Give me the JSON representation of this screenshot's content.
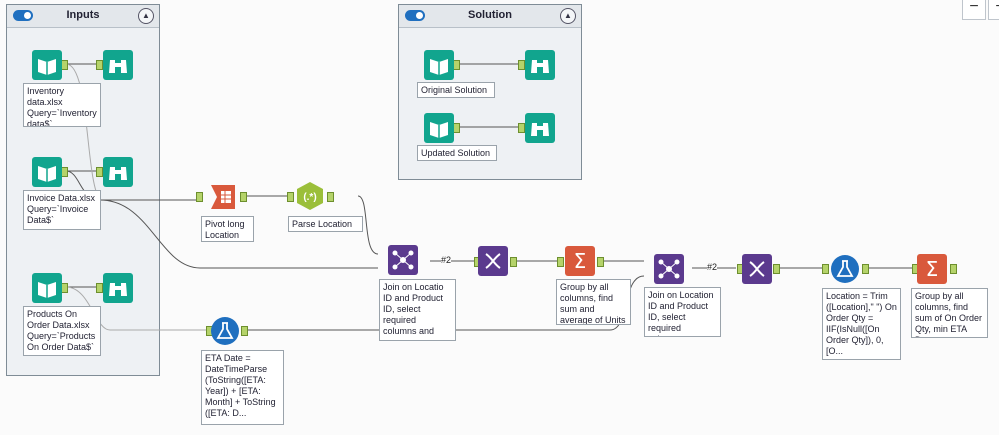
{
  "containers": {
    "inputs": {
      "title": "Inputs"
    },
    "solution": {
      "title": "Solution"
    }
  },
  "zoom": {
    "out_label": "−",
    "in_label": "+"
  },
  "tools": {
    "inventory_input": {
      "icon": "book-icon",
      "label": "Inventory data.xlsx Query=`Inventory data$`"
    },
    "inventory_browse": {
      "icon": "binoculars-icon"
    },
    "invoice_input": {
      "icon": "book-icon",
      "label": "Invoice Data.xlsx Query=`Invoice Data$`"
    },
    "invoice_browse": {
      "icon": "binoculars-icon"
    },
    "products_input": {
      "icon": "book-icon",
      "label": "Products On Order Data.xlsx Query=`Products On Order Data$`"
    },
    "products_browse": {
      "icon": "binoculars-icon"
    },
    "original_input": {
      "icon": "book-icon",
      "label": "Original Solution"
    },
    "original_browse": {
      "icon": "binoculars-icon"
    },
    "updated_input": {
      "icon": "book-icon",
      "label": "Updated Solution"
    },
    "updated_browse": {
      "icon": "binoculars-icon"
    },
    "pivot": {
      "icon": "pivot-icon",
      "label": "Pivot long Location ID"
    },
    "regex": {
      "icon": "regex-icon",
      "label": "Parse Location ID"
    },
    "join1": {
      "icon": "join-icon",
      "label": "Join on Locatio ID and Product ID, select required columns and rename"
    },
    "join1_count": "#2",
    "select1": {
      "icon": "select-dna-icon"
    },
    "summarize1": {
      "icon": "sigma-icon",
      "label": "Group by all columns, find sum and average of Units Sold"
    },
    "join2": {
      "icon": "join-icon",
      "label": "Join on Location ID and Product ID, select required columns"
    },
    "join2_count": "#2",
    "select2": {
      "icon": "select-dna-icon"
    },
    "formula2": {
      "icon": "flask-icon",
      "label": "Location = Trim ([Location],\" \") On Order Qty = IIF(IsNull([On Order Qty]), 0, [O..."
    },
    "summarize2": {
      "icon": "sigma-icon",
      "label": "Group by all columns, find sum of On Order Qty, min ETA Date"
    },
    "formula1": {
      "icon": "flask-icon",
      "label": "ETA Date = DateTimeParse (ToString([ETA: Year]) + [ETA: Month] + ToString ([ETA: D..."
    }
  },
  "colors": {
    "input": "#11a58e",
    "pivot": "#d9593c",
    "regex": "#9bbf3a",
    "join": "#5b3a8e",
    "sigma": "#d9593c",
    "formula": "#1f6fbf"
  }
}
